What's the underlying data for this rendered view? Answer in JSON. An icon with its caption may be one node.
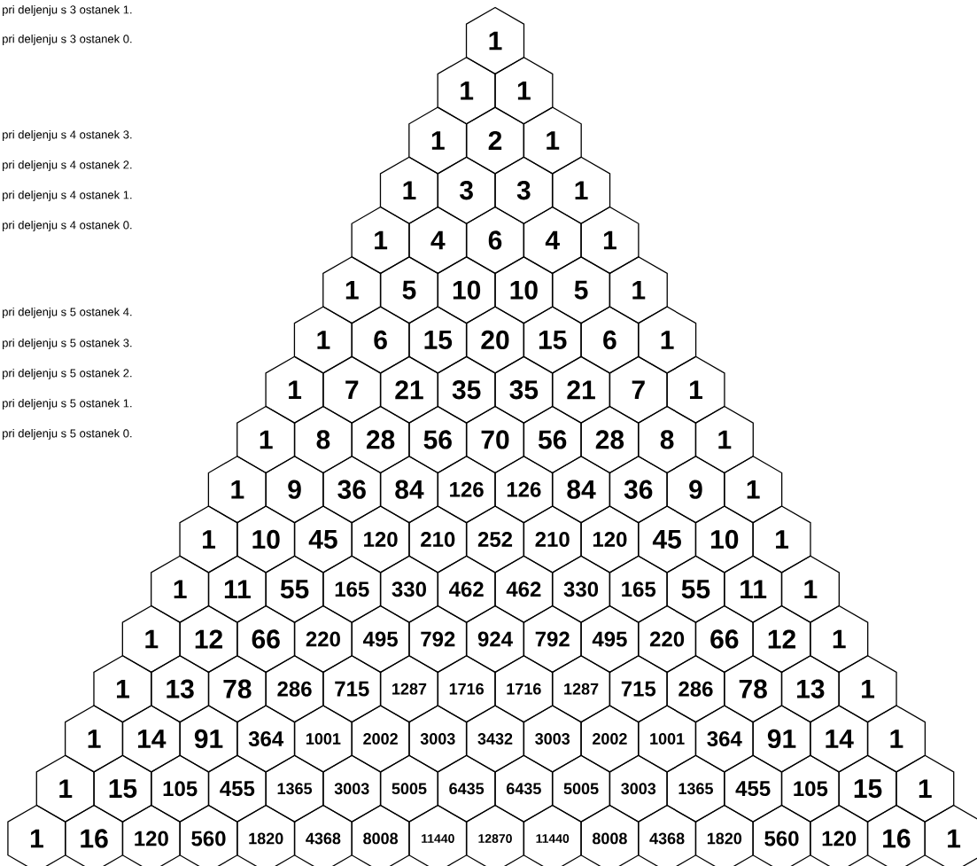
{
  "diagram": {
    "nodes": [
      {
        "text": [
          "1"
        ]
      },
      {
        "text": [
          "1"
        ]
      },
      {
        "text": [
          "1"
        ]
      },
      {
        "text": [
          "1"
        ]
      },
      {
        "text": [
          "2"
        ]
      },
      {
        "text": [
          "1"
        ]
      },
      {
        "text": [
          "1"
        ]
      },
      {
        "text": [
          "3"
        ]
      },
      {
        "text": [
          "3"
        ]
      },
      {
        "text": [
          "1"
        ]
      },
      {
        "text": [
          "1"
        ]
      },
      {
        "text": [
          "4"
        ]
      },
      {
        "text": [
          "6"
        ]
      },
      {
        "text": [
          "4"
        ]
      },
      {
        "text": [
          "1"
        ]
      },
      {
        "text": [
          "1"
        ]
      },
      {
        "text": [
          "5"
        ]
      },
      {
        "text": [
          "10"
        ]
      },
      {
        "text": [
          "10"
        ]
      },
      {
        "text": [
          "5"
        ]
      },
      {
        "text": [
          "1"
        ]
      },
      {
        "text": [
          "1"
        ]
      },
      {
        "text": [
          "6"
        ]
      },
      {
        "text": [
          "15"
        ]
      },
      {
        "text": [
          "20"
        ]
      },
      {
        "text": [
          "15"
        ]
      },
      {
        "text": [
          "6"
        ]
      },
      {
        "text": [
          "1"
        ]
      },
      {
        "text": [
          "1"
        ]
      },
      {
        "text": [
          "7"
        ]
      },
      {
        "text": [
          "21"
        ]
      },
      {
        "text": [
          "35"
        ]
      },
      {
        "text": [
          "35"
        ]
      },
      {
        "text": [
          "21"
        ]
      },
      {
        "text": [
          "7"
        ]
      },
      {
        "text": [
          "1"
        ]
      },
      {
        "text": [
          "1"
        ]
      },
      {
        "text": [
          "8"
        ]
      },
      {
        "text": [
          "28"
        ]
      },
      {
        "text": [
          "56"
        ]
      },
      {
        "text": [
          "70"
        ]
      },
      {
        "text": [
          "56"
        ]
      },
      {
        "text": [
          "28"
        ]
      },
      {
        "text": [
          "8"
        ]
      },
      {
        "text": [
          "1"
        ]
      },
      {
        "text": [
          "1"
        ]
      },
      {
        "text": [
          "9"
        ]
      },
      {
        "text": [
          "36"
        ]
      },
      {
        "text": [
          "84"
        ]
      },
      {
        "text": [
          "126"
        ]
      },
      {
        "text": [
          "126"
        ]
      },
      {
        "text": [
          "84"
        ]
      },
      {
        "text": [
          "36"
        ]
      },
      {
        "text": [
          "9"
        ]
      },
      {
        "text": [
          "1"
        ]
      },
      {
        "text": [
          "1"
        ]
      },
      {
        "text": [
          "10"
        ]
      },
      {
        "text": [
          "45"
        ]
      },
      {
        "text": [
          "120"
        ]
      },
      {
        "text": [
          "210"
        ]
      },
      {
        "text": [
          "252"
        ]
      },
      {
        "text": [
          "210"
        ]
      },
      {
        "text": [
          "120"
        ]
      },
      {
        "text": [
          "45"
        ]
      },
      {
        "text": [
          "10"
        ]
      },
      {
        "text": [
          "1"
        ]
      },
      {
        "text": [
          "1"
        ]
      },
      {
        "text": [
          "11"
        ]
      },
      {
        "text": [
          "55"
        ]
      },
      {
        "text": [
          "165"
        ]
      },
      {
        "text": [
          "330"
        ]
      },
      {
        "text": [
          "462"
        ]
      },
      {
        "text": [
          "462"
        ]
      },
      {
        "text": [
          "330"
        ]
      },
      {
        "text": [
          "165"
        ]
      },
      {
        "text": [
          "55"
        ]
      },
      {
        "text": [
          "11"
        ]
      },
      {
        "text": [
          "1"
        ]
      },
      {
        "text": [
          "1"
        ]
      },
      {
        "text": [
          "12"
        ]
      },
      {
        "text": [
          "66"
        ]
      },
      {
        "text": [
          "220"
        ]
      },
      {
        "text": [
          "495"
        ]
      },
      {
        "text": [
          "792"
        ]
      },
      {
        "text": [
          "924"
        ]
      },
      {
        "text": [
          "792"
        ]
      },
      {
        "text": [
          "495"
        ]
      },
      {
        "text": [
          "220"
        ]
      },
      {
        "text": [
          "66"
        ]
      },
      {
        "text": [
          "12"
        ]
      },
      {
        "text": [
          "1"
        ]
      },
      {
        "text": [
          "1"
        ]
      },
      {
        "text": [
          "13"
        ]
      },
      {
        "text": [
          "78"
        ]
      },
      {
        "text": [
          "286"
        ]
      },
      {
        "text": [
          "715"
        ]
      },
      {
        "text": [
          "1287"
        ]
      },
      {
        "text": [
          "1716"
        ]
      },
      {
        "text": [
          "1716"
        ]
      },
      {
        "text": [
          "1287"
        ]
      },
      {
        "text": [
          "715"
        ]
      },
      {
        "text": [
          "286"
        ]
      },
      {
        "text": [
          "78"
        ]
      },
      {
        "text": [
          "13"
        ]
      },
      {
        "text": [
          "1"
        ]
      },
      {
        "text": [
          "1"
        ]
      },
      {
        "text": [
          "14"
        ]
      },
      {
        "text": [
          "91"
        ]
      },
      {
        "text": [
          "364"
        ]
      },
      {
        "text": [
          "1001"
        ]
      },
      {
        "text": [
          "2002"
        ]
      },
      {
        "text": [
          "3003"
        ]
      },
      {
        "text": [
          "3432"
        ]
      },
      {
        "text": [
          "3003"
        ]
      },
      {
        "text": [
          "2002"
        ]
      },
      {
        "text": [
          "1001"
        ]
      },
      {
        "text": [
          "364"
        ]
      },
      {
        "text": [
          "91"
        ]
      },
      {
        "text": [
          "14"
        ]
      },
      {
        "text": [
          "1"
        ]
      },
      {
        "text": [
          "1"
        ]
      },
      {
        "text": [
          "15"
        ]
      },
      {
        "text": [
          "105"
        ]
      },
      {
        "text": [
          "455"
        ]
      },
      {
        "text": [
          "1365"
        ]
      },
      {
        "text": [
          "3003"
        ]
      },
      {
        "text": [
          "5005"
        ]
      },
      {
        "text": [
          "6435"
        ]
      },
      {
        "text": [
          "6435"
        ]
      },
      {
        "text": [
          "5005"
        ]
      },
      {
        "text": [
          "3003"
        ]
      },
      {
        "text": [
          "1365"
        ]
      },
      {
        "text": [
          "455"
        ]
      },
      {
        "text": [
          "105"
        ]
      },
      {
        "text": [
          "15"
        ]
      },
      {
        "text": [
          "1"
        ]
      },
      {
        "text": [
          "1"
        ]
      },
      {
        "text": [
          "16"
        ]
      },
      {
        "text": [
          "120"
        ]
      },
      {
        "text": [
          "560"
        ]
      },
      {
        "text": [
          "1820"
        ]
      },
      {
        "text": [
          "4368"
        ]
      },
      {
        "text": [
          "8008"
        ]
      },
      {
        "text": [
          "11440"
        ]
      },
      {
        "text": [
          "12870"
        ]
      },
      {
        "text": [
          "11440"
        ]
      },
      {
        "text": [
          "8008"
        ]
      },
      {
        "text": [
          "4368"
        ]
      },
      {
        "text": [
          "1820"
        ]
      },
      {
        "text": [
          "560"
        ]
      },
      {
        "text": [
          "120"
        ]
      },
      {
        "text": [
          "16"
        ]
      },
      {
        "text": [
          "1"
        ]
      }
    ],
    "labels": [
      "pri deljenju s 3 ostanek 1.",
      "pri deljenju s 3 ostanek 0.",
      "pri deljenju s 4 ostanek 3.",
      "pri deljenju s 4 ostanek 2.",
      "pri deljenju s 4 ostanek 1.",
      "pri deljenju s 4 ostanek 0.",
      "pri deljenju s 5 ostanek 4.",
      "pri deljenju s 5 ostanek 3.",
      "pri deljenju s 5 ostanek 2.",
      "pri deljenju s 5 ostanek 1.",
      "pri deljenju s 5 ostanek 0."
    ]
  }
}
